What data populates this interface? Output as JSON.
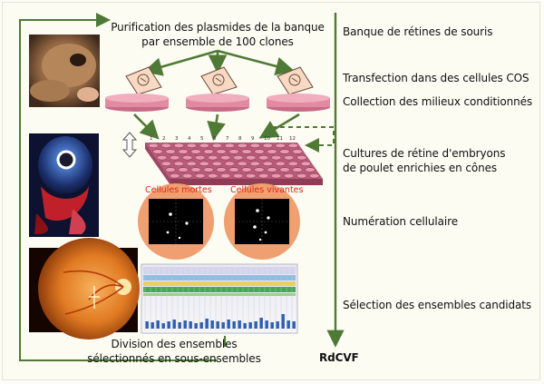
{
  "left_column": {
    "top_title_line1": "Purification des plasmides de la banque",
    "top_title_line2": "par ensemble de 100 clones",
    "label_dead": "Cellules mortes",
    "label_alive": "Cellules vivantes",
    "bottom_title_line1": "Division des ensembles",
    "bottom_title_line2": "sélectionnés en sous-ensembles"
  },
  "steps": [
    {
      "line1": "Banque de rétines de souris",
      "line2": ""
    },
    {
      "line1": "Transfection dans des cellules COS",
      "line2": ""
    },
    {
      "line1": "Collection des milieux conditionnés",
      "line2": ""
    },
    {
      "line1": "Cultures de rétine d'embryons",
      "line2": "de poulet enrichies en cônes"
    },
    {
      "line1": "Numération cellulaire",
      "line2": ""
    },
    {
      "line1": "Sélection des ensembles candidats",
      "line2": ""
    }
  ],
  "result": "RdCVF",
  "plate_numbers": [
    "1",
    "2",
    "3",
    "4",
    "5",
    "6",
    "7",
    "8",
    "9",
    "10",
    "11",
    "12"
  ],
  "colors": {
    "arrow_green": "#4f7a35",
    "dish_pink": "#e18aa0",
    "well_pink": "#c96b86",
    "orange_disc": "#f0a070",
    "label_red": "#e0261a"
  }
}
